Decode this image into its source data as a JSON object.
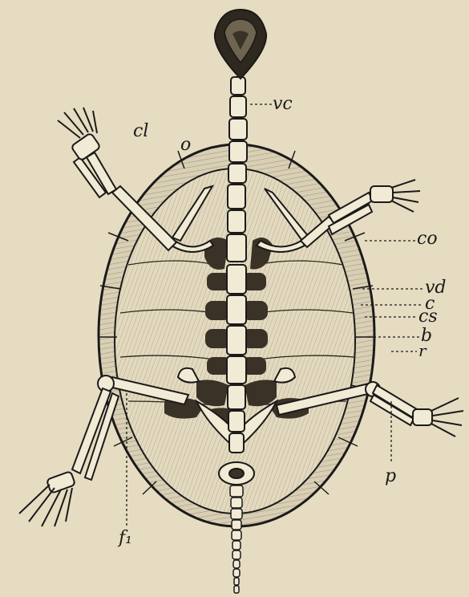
{
  "labels": {
    "vc": "vc",
    "cl": "cl",
    "o": "o",
    "co": "co",
    "vd": "vd",
    "c": "c",
    "cs": "cs",
    "b": "b",
    "r": "r",
    "p": "p",
    "f": "f₁"
  },
  "colors": {
    "paper": "#e6dcc1",
    "ink": "#1a1a1a",
    "bone_light": "#f1ead4",
    "shell_shade": "#9a8f78"
  }
}
